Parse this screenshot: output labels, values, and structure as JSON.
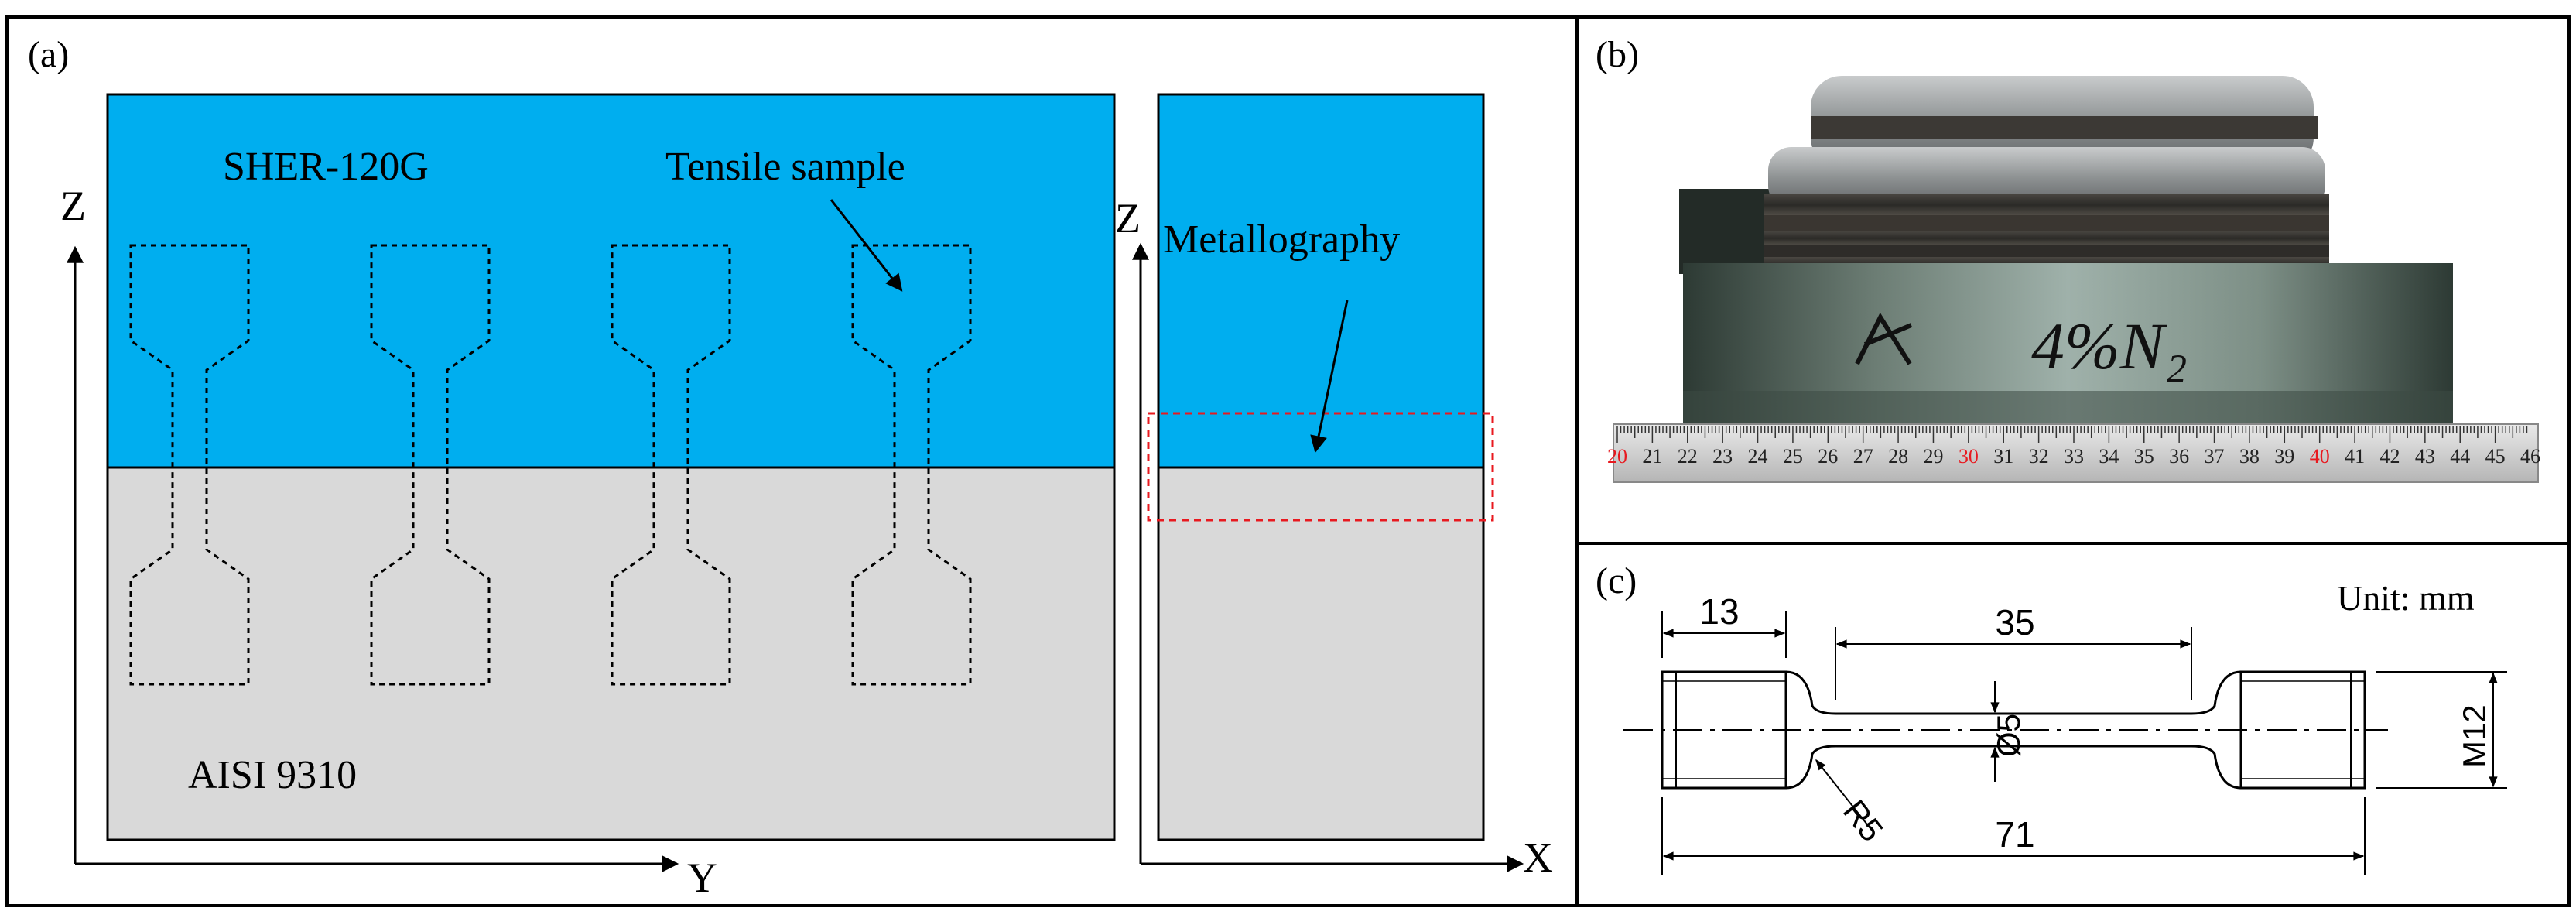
{
  "panels": {
    "a": {
      "label": "(a)",
      "top_material": "SHER-120G",
      "bottom_material": "AISI 9310",
      "tensile_label": "Tensile sample",
      "metallography_label": "Metallography",
      "axis_z_left": "Z",
      "axis_y": "Y",
      "axis_z_right": "Z",
      "axis_x": "X",
      "sample_count": 4
    },
    "b": {
      "label": "(b)",
      "hand_writing": "4%N₂",
      "ruler_numbers": [
        "20",
        "21",
        "22",
        "23",
        "24",
        "25",
        "26",
        "27",
        "28",
        "29",
        "30",
        "31",
        "32",
        "33",
        "34",
        "35",
        "36",
        "37",
        "38",
        "39",
        "40",
        "41",
        "42",
        "43",
        "44",
        "45",
        "46"
      ],
      "ruler_red_numbers": [
        "20",
        "30",
        "40"
      ]
    },
    "c": {
      "label": "(c)",
      "unit": "Unit: mm",
      "dim_grip": "13",
      "dim_gauge": "35",
      "dim_total": "71",
      "dim_diameter": "Ø5",
      "dim_radius": "R5",
      "dim_thread": "M12"
    }
  },
  "colors": {
    "blue_region": "#00aeef",
    "grey_region": "#d9d9d9",
    "red_dashed": "#e8191f"
  }
}
